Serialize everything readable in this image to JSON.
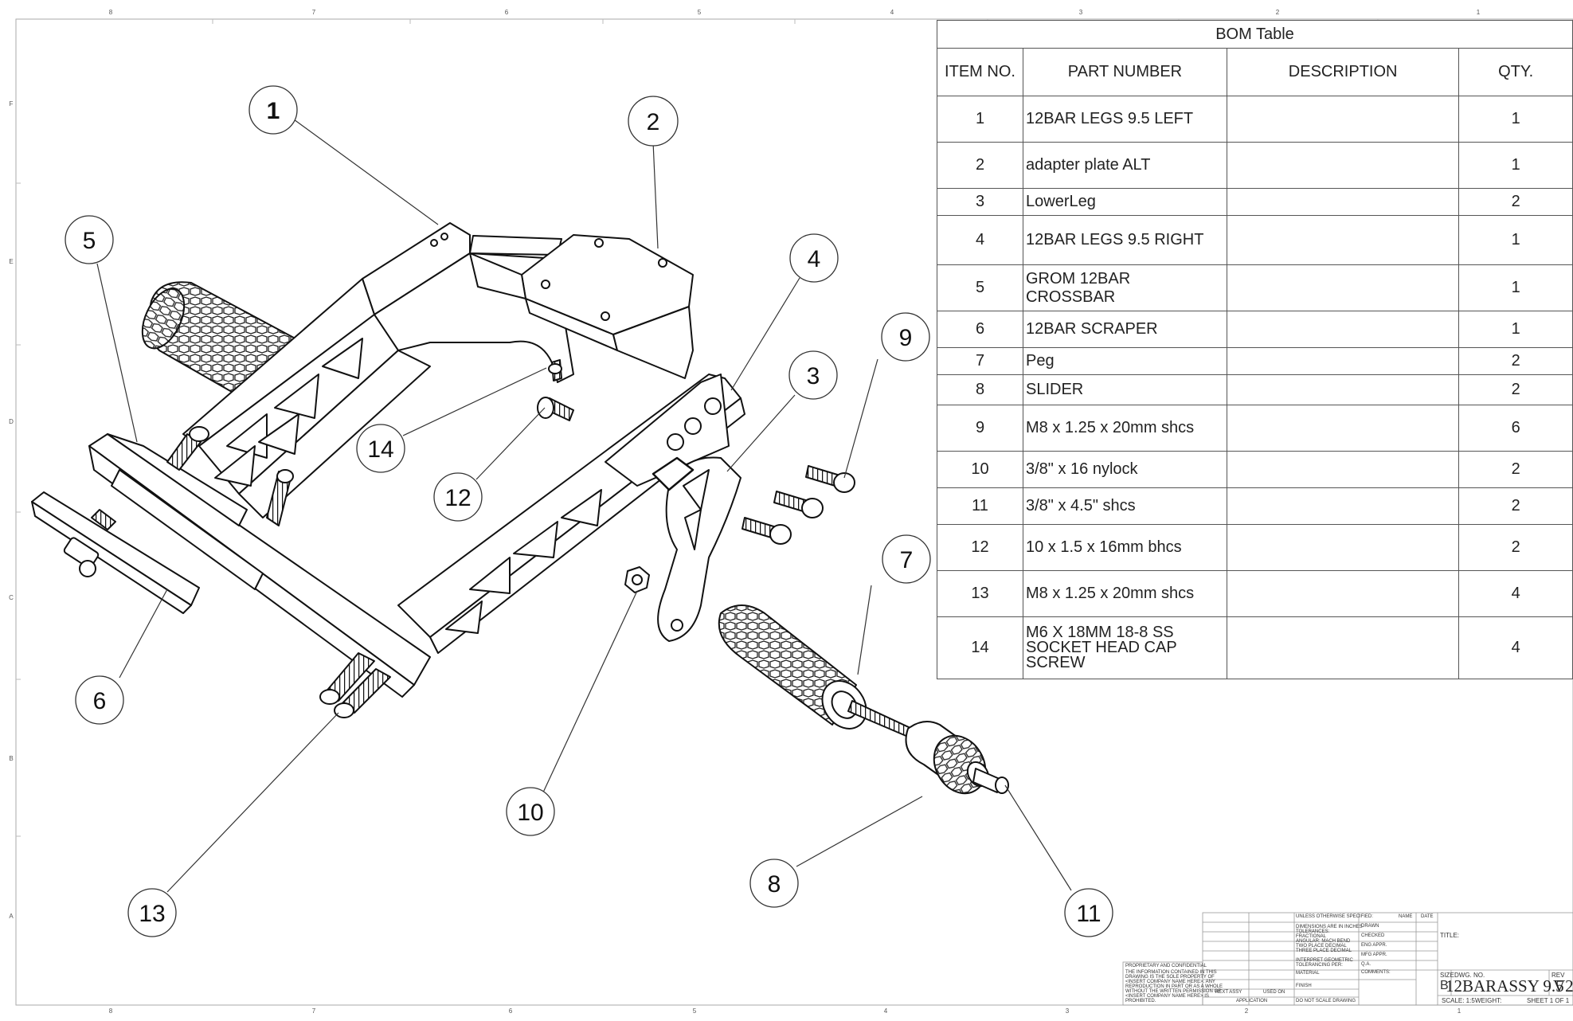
{
  "zone_labels": {
    "columns": [
      "8",
      "7",
      "6",
      "5",
      "4",
      "3",
      "2",
      "1"
    ],
    "rows": [
      "F",
      "E",
      "D",
      "C",
      "B",
      "A"
    ]
  },
  "balloons": [
    "1",
    "2",
    "3",
    "4",
    "5",
    "6",
    "7",
    "8",
    "9",
    "10",
    "11",
    "12",
    "13",
    "14"
  ],
  "bom": {
    "title": "BOM Table",
    "headers": [
      "ITEM NO.",
      "PART NUMBER",
      "DESCRIPTION",
      "QTY."
    ],
    "rows": [
      {
        "item": "1",
        "part": "12BAR LEGS 9.5 LEFT",
        "description": "",
        "qty": "1"
      },
      {
        "item": "2",
        "part": "adapter plate ALT",
        "description": "",
        "qty": "1"
      },
      {
        "item": "3",
        "part": "LowerLeg",
        "description": "",
        "qty": "2"
      },
      {
        "item": "4",
        "part": "12BAR LEGS 9.5 RIGHT",
        "description": "",
        "qty": "1"
      },
      {
        "item": "5",
        "part": "GROM 12BAR CROSSBAR",
        "description": "",
        "qty": "1"
      },
      {
        "item": "6",
        "part": "12BAR SCRAPER",
        "description": "",
        "qty": "1"
      },
      {
        "item": "7",
        "part": "Peg",
        "description": "",
        "qty": "2"
      },
      {
        "item": "8",
        "part": "SLIDER",
        "description": "",
        "qty": "2"
      },
      {
        "item": "9",
        "part": "M8 x 1.25 x 20mm shcs",
        "description": "",
        "qty": "6"
      },
      {
        "item": "10",
        "part": "3/8\" x 16 nylock",
        "description": "",
        "qty": "2"
      },
      {
        "item": "11",
        "part": "3/8\" x 4.5\" shcs",
        "description": "",
        "qty": "2"
      },
      {
        "item": "12",
        "part": "10 x 1.5 x 16mm bhcs",
        "description": "",
        "qty": "2"
      },
      {
        "item": "13",
        "part": "M8 x 1.25 x 20mm shcs",
        "description": "",
        "qty": "4"
      },
      {
        "item": "14",
        "part": "M6 X 18MM 18-8 SS SOCKET HEAD CAP SCREW",
        "part_lines": [
          "M6 X 18MM 18-8 SS",
          "SOCKET HEAD CAP",
          "SCREW"
        ],
        "description": "",
        "qty": "4"
      }
    ]
  },
  "title_block": {
    "unless_specified": "UNLESS OTHERWISE SPECIFIED:",
    "name_label": "NAME",
    "date_label": "DATE",
    "drawn": "DRAWN",
    "checked": "CHECKED",
    "eng_appr": "ENG APPR.",
    "mfg_appr": "MFG APPR.",
    "qa": "Q.A.",
    "comments": "COMMENTS:",
    "dims": "DIMENSIONS ARE IN INCHES",
    "tolerances": "TOLERANCES:",
    "fractional": "FRACTIONAL",
    "angular": "ANGULAR: MACH  BEND",
    "two_place": "TWO PLACE DECIMAL",
    "three_place": "THREE PLACE DECIMAL",
    "interpret": "INTERPRET GEOMETRIC",
    "tolerancing": "TOLERANCING PER:",
    "material": "MATERIAL",
    "finish": "FINISH",
    "proprietary": "PROPRIETARY AND CONFIDENTIAL",
    "prop_text": [
      "THE INFORMATION CONTAINED IN THIS",
      "DRAWING IS THE SOLE PROPERTY OF",
      "<INSERT COMPANY NAME HERE>. ANY",
      "REPRODUCTION IN PART OR AS A WHOLE",
      "WITHOUT THE WRITTEN PERMISSION OF",
      "<INSERT COMPANY NAME HERE> IS",
      "PROHIBITED."
    ],
    "next_assy": "NEXT ASSY",
    "used_on": "USED ON",
    "application": "APPLICATION",
    "do_not_scale": "DO NOT SCALE DRAWING",
    "title_label": "TITLE:",
    "size_label": "SIZE",
    "size_value": "B",
    "dwg_no_label": "DWG.  NO.",
    "dwg_no": "12BARASSY 9.5",
    "rev_label": "REV",
    "rev": "V2",
    "scale": "SCALE: 1:5",
    "weight": "WEIGHT:",
    "sheet": "SHEET 1 OF 1"
  }
}
